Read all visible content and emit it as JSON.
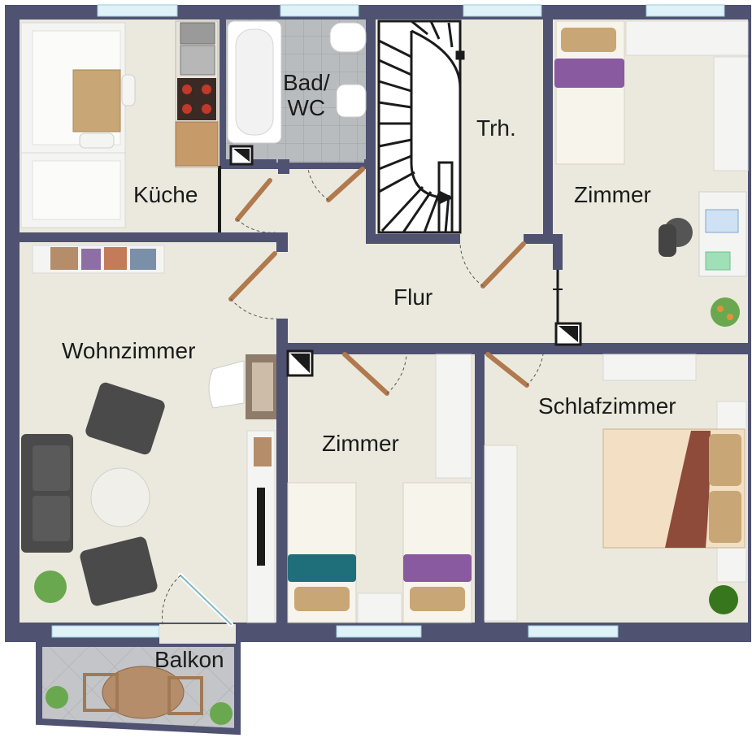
{
  "rooms": {
    "kueche": "Küche",
    "bad": "Bad/\nWC",
    "treppenhaus": "Trh.",
    "zimmer_ne": "Zimmer",
    "flur": "Flur",
    "wohnzimmer": "Wohnzimmer",
    "zimmer_mid": "Zimmer",
    "schlafzimmer": "Schlafzimmer",
    "balkon": "Balkon"
  },
  "colors": {
    "wall": "#4f5271",
    "floor": "#ebe9dd",
    "tile": "#b9bcbf",
    "window": "#dff2f7",
    "door": "#b07a4e",
    "sofa": "#4a4a4a",
    "bed_blue": "#1f6f7a",
    "bed_purple": "#8a5aa0"
  }
}
